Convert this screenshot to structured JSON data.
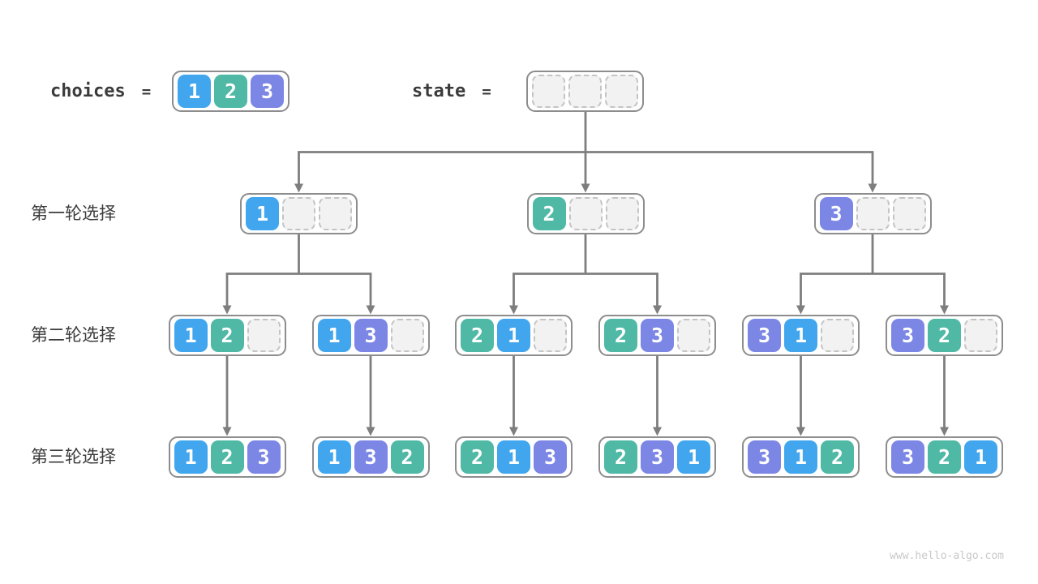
{
  "header": {
    "choices_label": "choices",
    "equals": "=",
    "choices_values": [
      1,
      2,
      3
    ],
    "state_label": "state",
    "state_slots": 3
  },
  "rows": [
    {
      "label": "第一轮选择",
      "nodes": [
        [
          1,
          null,
          null
        ],
        [
          2,
          null,
          null
        ],
        [
          3,
          null,
          null
        ]
      ]
    },
    {
      "label": "第二轮选择",
      "nodes": [
        [
          1,
          2,
          null
        ],
        [
          1,
          3,
          null
        ],
        [
          2,
          1,
          null
        ],
        [
          2,
          3,
          null
        ],
        [
          3,
          1,
          null
        ],
        [
          3,
          2,
          null
        ]
      ]
    },
    {
      "label": "第三轮选择",
      "nodes": [
        [
          1,
          2,
          3
        ],
        [
          1,
          3,
          2
        ],
        [
          2,
          1,
          3
        ],
        [
          2,
          3,
          1
        ],
        [
          3,
          1,
          2
        ],
        [
          3,
          2,
          1
        ]
      ]
    }
  ],
  "colors": {
    "value1": "#41A6EE",
    "value2": "#4FB9A6",
    "value3": "#7C86E5",
    "empty_fill": "#F2F2F2",
    "empty_border": "#C4C4C4",
    "node_border": "#8D8D8D",
    "arrow": "#7E7E7E",
    "text": "#3B3B3B",
    "watermark_color": "#C8C8C8"
  },
  "watermark": "www.hello-algo.com"
}
